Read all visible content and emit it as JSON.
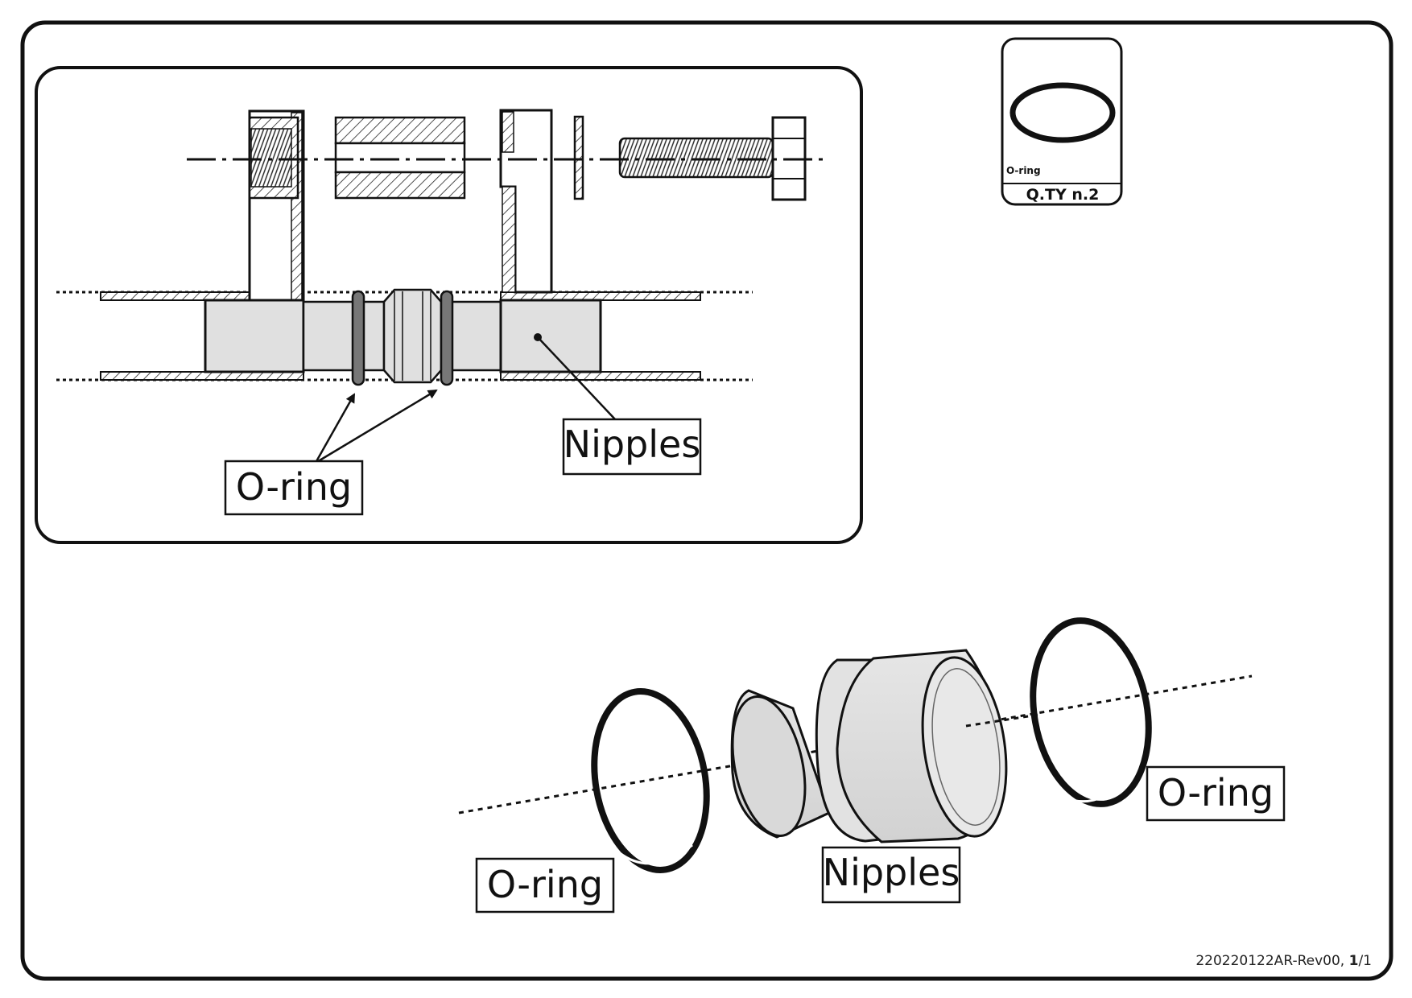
{
  "inset": {
    "oring_label": "O-ring",
    "nipples_label": "Nipples"
  },
  "kit_card": {
    "part_label": "O-ring",
    "quantity": "Q.TY n.2"
  },
  "exploded_view": {
    "oring_left_label": "O-ring",
    "nipples_label": "Nipples",
    "oring_right_label": "O-ring"
  },
  "footer": {
    "doc_code": "220220122AR-Rev00,",
    "page_current": "1",
    "page_total": "1"
  }
}
